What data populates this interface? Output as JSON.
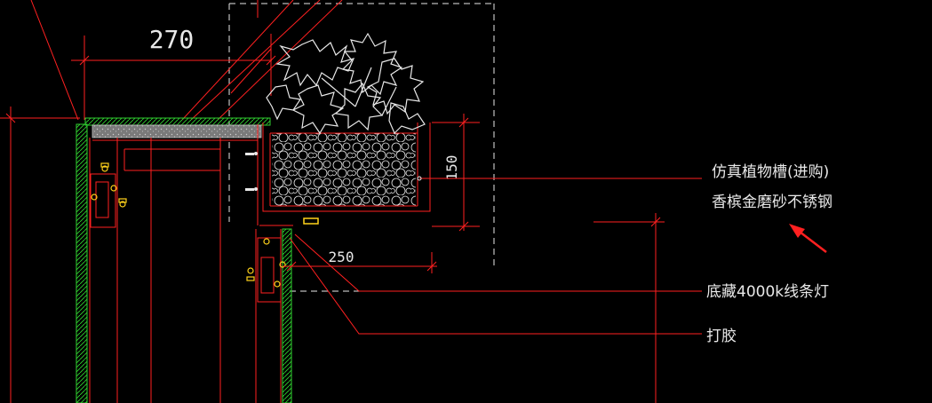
{
  "colors": {
    "background": "#000000",
    "red": "#ff2020",
    "white": "#e8e8e8",
    "green": "#2fd12f",
    "yellow": "#ffd21a",
    "gray": "#9a9a9a"
  },
  "dimensions": {
    "width_top": "270",
    "width_bottom": "250",
    "height_planter": "150"
  },
  "annotations": {
    "planter_line1": "仿真植物槽(进购)",
    "planter_line2": "香槟金磨砂不锈钢",
    "light": "底藏4000k线条灯",
    "glue": "打胶"
  }
}
